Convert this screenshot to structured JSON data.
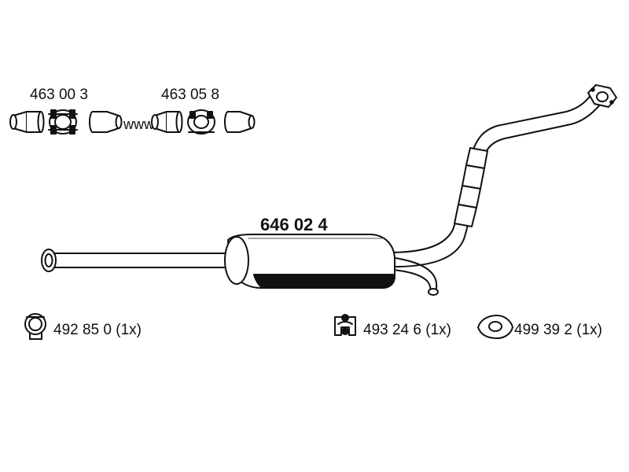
{
  "main_part": {
    "number": "646 02 4"
  },
  "connector_kits": [
    {
      "number": "463 00 3"
    },
    {
      "number": "463 05 8"
    }
  ],
  "joiner_text": "www.",
  "accessories": [
    {
      "number": "492 85 0",
      "qty": "(1x)",
      "icon": "clamp-icon"
    },
    {
      "number": "493 24 6",
      "qty": "(1x)",
      "icon": "rubber-hanger-icon"
    },
    {
      "number": "499 39 2",
      "qty": "(1x)",
      "icon": "flange-gasket-icon"
    }
  ],
  "colors": {
    "stroke": "#111111",
    "fill": "#ffffff",
    "dark_band": "#111111",
    "hatch": "#777777"
  }
}
